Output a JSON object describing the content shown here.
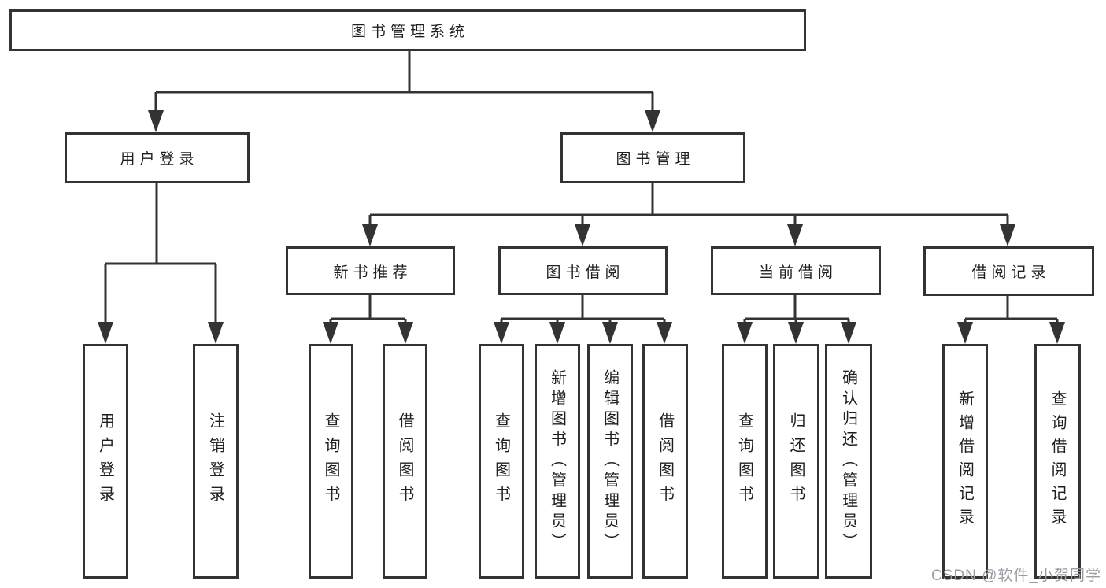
{
  "diagram": {
    "title": "图书管理系统",
    "level2": {
      "user_login": "用户登录",
      "book_mgmt": "图书管理"
    },
    "level3": {
      "new_books": "新书推荐",
      "book_borrow": "图书借阅",
      "current_borrow": "当前借阅",
      "borrow_records": "借阅记录"
    },
    "leaves": {
      "user_login": "用户登录",
      "logout": "注销登录",
      "nb_query": "查询图书",
      "nb_borrow": "借阅图书",
      "bb_query": "查询图书",
      "bb_add": "新增图书（管理员）",
      "bb_edit": "编辑图书（管理员）",
      "bb_borrow": "借阅图书",
      "cb_query": "查询图书",
      "cb_return": "归还图书",
      "cb_confirm": "确认归还（管理员）",
      "rec_add": "新增借阅记录",
      "rec_query": "查询借阅记录"
    },
    "watermark": "CSDN @软件_小贺同学",
    "colors": {
      "line": "#333333",
      "text": "#1f1f1f",
      "background": "#ffffff",
      "watermark": "#9b9ca3"
    }
  }
}
